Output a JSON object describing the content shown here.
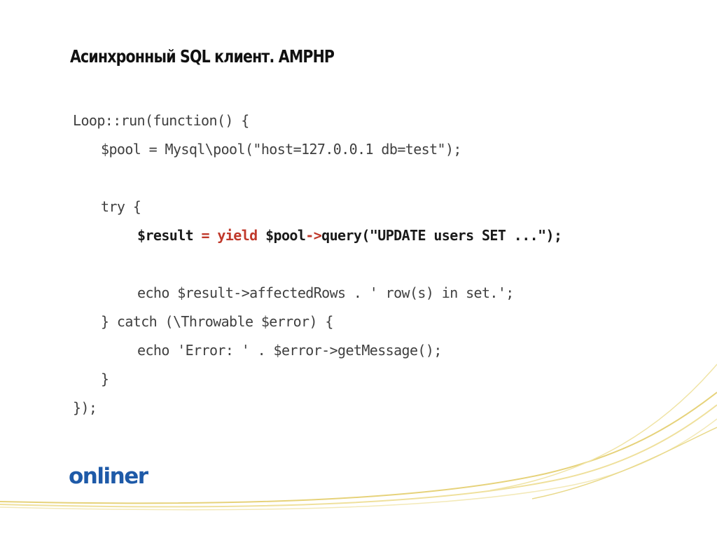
{
  "slide": {
    "title": "Асинхронный SQL клиент. AMPHP",
    "code": {
      "l1": "Loop::run(function() {",
      "l2": "$pool = Mysql\\pool(\"host=127.0.0.1 db=test\");",
      "l3": "try {",
      "l4_a": "$result ",
      "l4_b": "= yield ",
      "l4_c": "$pool",
      "l4_d": "->",
      "l4_e": "query(\"UPDATE users SET ...\");",
      "l5": "echo $result->affectedRows . ' row(s) in set.';",
      "l6": "} catch (\\Throwable $error) {",
      "l7": "echo 'Error: ' . $error->getMessage();",
      "l8": "}",
      "l9": "});"
    },
    "logo": "onliner",
    "colors": {
      "keyword": "#c0392b",
      "logo": "#1e5aa8",
      "swoosh": "#e6d27a"
    }
  }
}
